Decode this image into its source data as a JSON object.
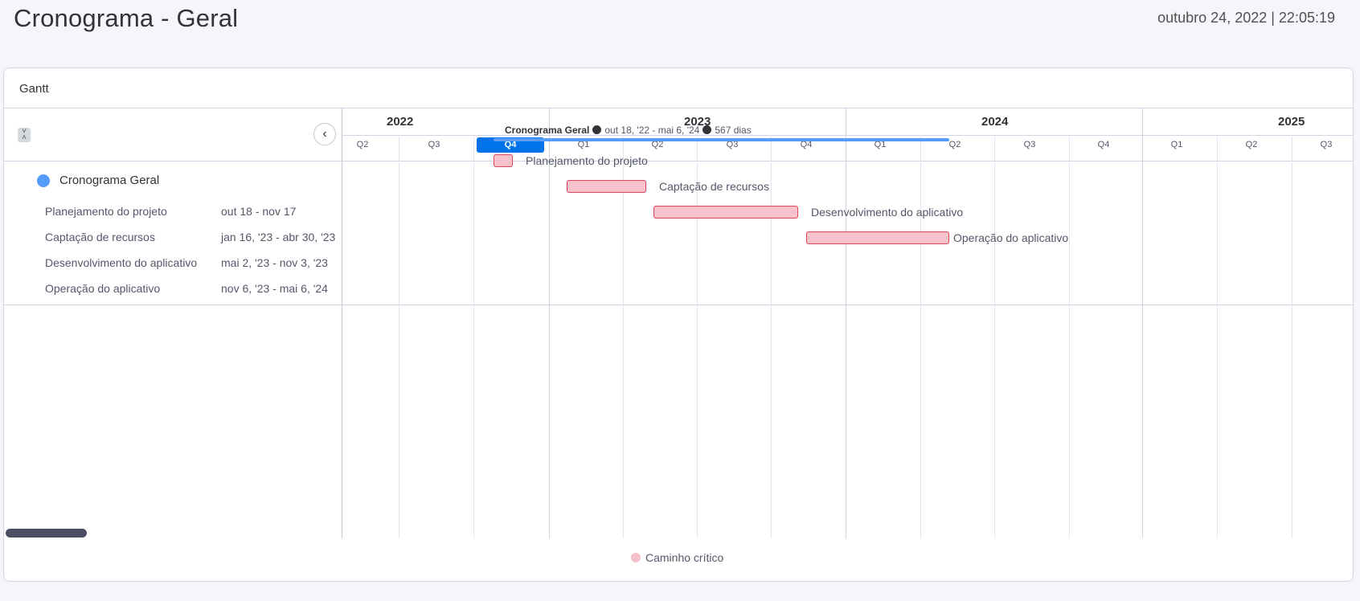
{
  "header": {
    "title": "Cronograma - Geral",
    "timestamp": "outubro 24, 2022 | 22:05:19"
  },
  "card": {
    "title": "Gantt"
  },
  "icons": {
    "collapse": "collapse-rows-icon",
    "back": "chevron-left-icon"
  },
  "timeline": {
    "years": [
      "2022",
      "2023",
      "2024",
      "2025"
    ],
    "quarters": [
      "Q2",
      "Q3",
      "Q4",
      "Q1",
      "Q2",
      "Q3",
      "Q4",
      "Q1",
      "Q2",
      "Q3",
      "Q4",
      "Q1",
      "Q2",
      "Q3"
    ],
    "current_quarter": "Q4"
  },
  "group": {
    "name": "Cronograma Geral",
    "color": "#579bfc",
    "range": "out 18, '22 - mai 6, '24",
    "duration": "567 dias"
  },
  "tasks": [
    {
      "name": "Planejamento do projeto",
      "dates": "out 18 - nov 17"
    },
    {
      "name": "Captação de recursos",
      "dates": "jan 16, '23 - abr 30, '23"
    },
    {
      "name": "Desenvolvimento do aplicativo",
      "dates": "mai 2, '23 - nov 3, '23"
    },
    {
      "name": "Operação do aplicativo",
      "dates": "nov 6, '23 - mai 6, '24"
    }
  ],
  "legend": {
    "label": "Caminho crítico",
    "color": "#f5c2cb"
  }
}
